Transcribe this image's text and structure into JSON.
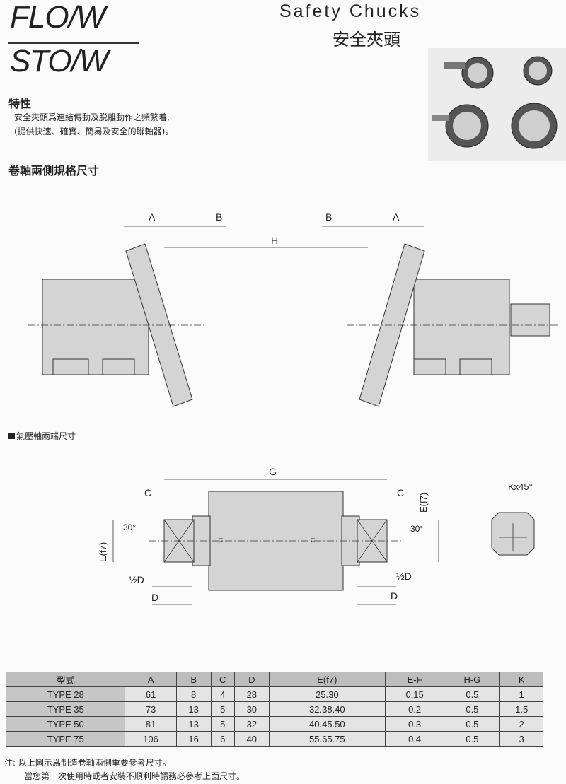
{
  "header": {
    "logo_top": "FLO/W",
    "logo_bottom": "STO/W",
    "title_en": "Safety Chucks",
    "title_zh": "安全夾頭"
  },
  "features": {
    "heading": "特性",
    "lines": [
      "安全夾頭爲連結傳動及脱離動作之頻繁着,",
      "(提供快速、確實、簡易及安全的聯軸器)。"
    ]
  },
  "section1": {
    "heading": "卷軸兩側規格尺寸",
    "labels": {
      "A": "A",
      "B": "B",
      "H": "H"
    }
  },
  "section2": {
    "heading": "氣壓軸兩端尺寸",
    "labels": {
      "G": "G",
      "C": "C",
      "E": "E(f7)",
      "F": "F",
      "angle": "30°",
      "half_d": "½D",
      "D": "D",
      "K": "Kx45°"
    }
  },
  "table": {
    "headers": [
      "型式",
      "A",
      "B",
      "C",
      "D",
      "E(f7)",
      "E-F",
      "H-G",
      "K"
    ],
    "rows": [
      [
        "TYPE 28",
        "61",
        "8",
        "4",
        "28",
        "25.30",
        "0.15",
        "0.5",
        "1"
      ],
      [
        "TYPE 35",
        "73",
        "13",
        "5",
        "30",
        "32.38.40",
        "0.2",
        "0.5",
        "1.5"
      ],
      [
        "TYPE 50",
        "81",
        "13",
        "5",
        "32",
        "40.45.50",
        "0.3",
        "0.5",
        "2"
      ],
      [
        "TYPE 75",
        "106",
        "16",
        "6",
        "40",
        "55.65.75",
        "0.4",
        "0.5",
        "3"
      ]
    ]
  },
  "notes": [
    "注: 以上圖示爲制造卷軸兩側重要參考尺寸。",
    "當您第一次使用時或者安裝不順利時請務必參考上面尺寸。"
  ]
}
